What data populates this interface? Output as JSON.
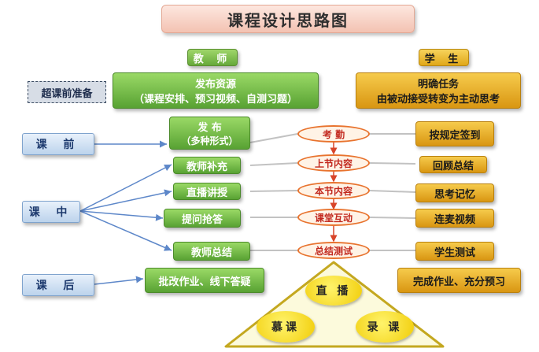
{
  "title": "课程设计思路图",
  "headers": {
    "teacher": "教 师",
    "student": "学 生"
  },
  "prep_label": "超课前准备",
  "teacher_main": {
    "line1": "发布资源",
    "line2": "（课程安排、预习视频、自测习题）"
  },
  "student_main": {
    "line1": "明确任务",
    "line2": "由被动接受转变为主动思考"
  },
  "phases": {
    "before": "课 前",
    "during": "课 中",
    "after": "课 后"
  },
  "teacher_steps": {
    "publish": {
      "line1": "发 布",
      "line2": "（多种形式）"
    },
    "supplement": "教师补充",
    "live": "直播讲授",
    "question": "提问抢答",
    "summary": "教师总结",
    "after": "批改作业、线下答疑"
  },
  "flow": [
    "考 勤",
    "上节内容",
    "本节内容",
    "课堂互动",
    "总结测试"
  ],
  "student_steps": [
    "按规定签到",
    "回顾总结",
    "思考记忆",
    "连麦视频",
    "学生测试",
    "完成作业、充分预习"
  ],
  "triangle": {
    "top": "直 播",
    "left": "慕课",
    "right": "录 课"
  },
  "colors": {
    "teacher": "#6bb23f",
    "student": "#e2a31a",
    "flow_border": "#e8732e",
    "phase": "#bcd3ec"
  }
}
